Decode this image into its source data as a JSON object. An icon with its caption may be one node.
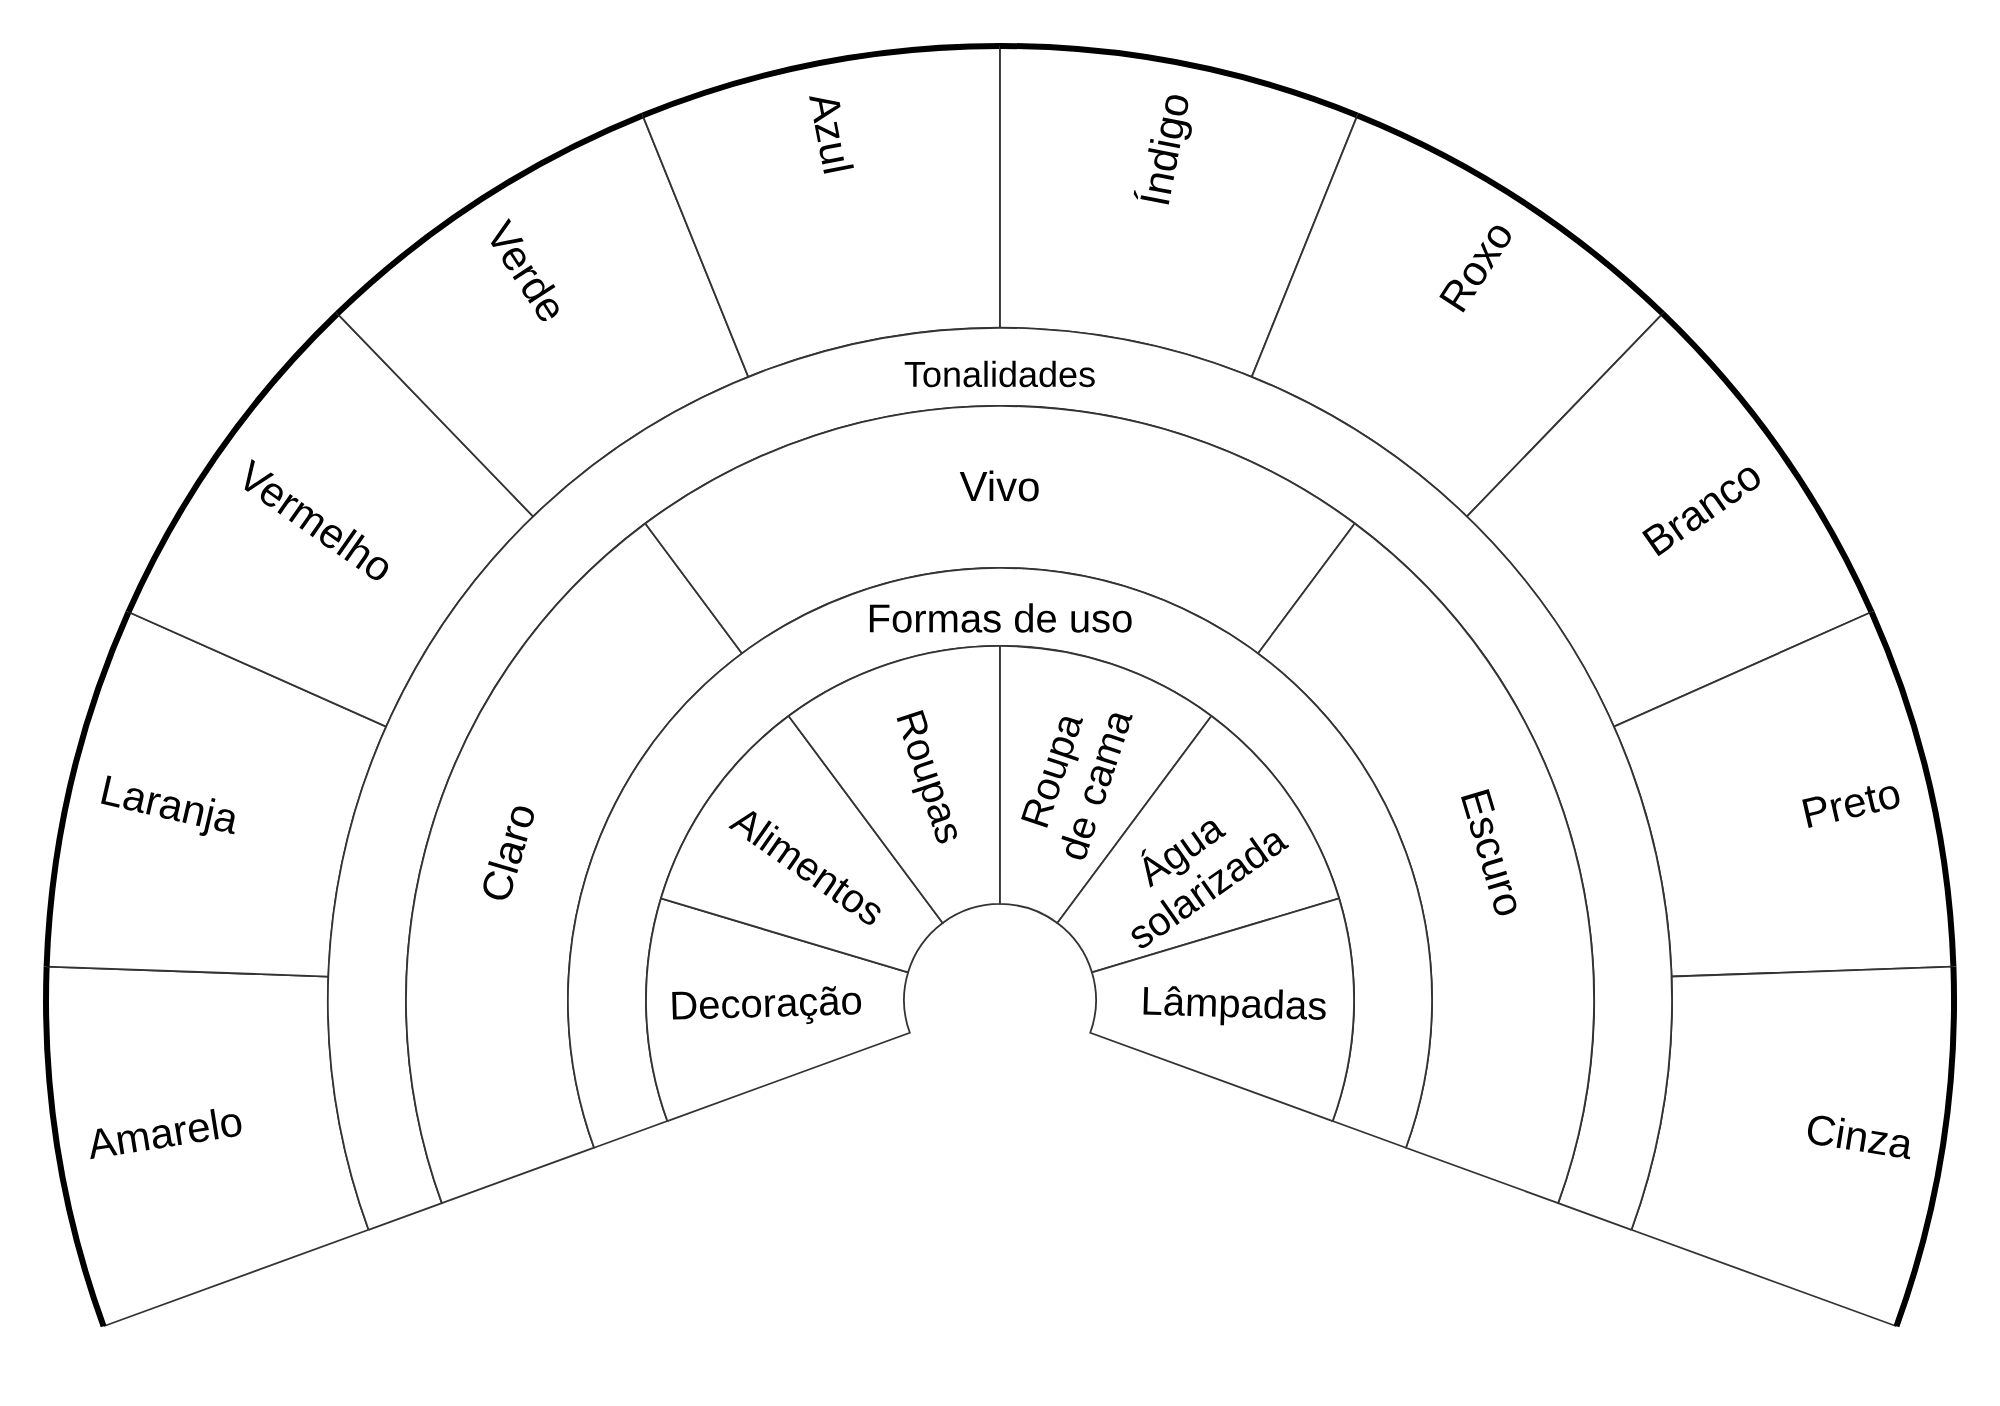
{
  "diagram": {
    "nodes": [
      {
        "text": [
          "Amarelo"
        ]
      },
      {
        "text": [
          "Laranja"
        ]
      },
      {
        "text": [
          "Vermelho"
        ]
      },
      {
        "text": [
          "Verde"
        ]
      },
      {
        "text": [
          "Azul"
        ]
      },
      {
        "text": [
          "Índigo"
        ]
      },
      {
        "text": [
          "Roxo"
        ]
      },
      {
        "text": [
          "Branco"
        ]
      },
      {
        "text": [
          "Preto"
        ]
      },
      {
        "text": [
          "Cinza"
        ]
      },
      {
        "text": [
          "Tonalidades"
        ]
      },
      {
        "text": [
          "Claro"
        ]
      },
      {
        "text": [
          "Vivo"
        ]
      },
      {
        "text": [
          "Escuro"
        ]
      },
      {
        "text": [
          "Formas de uso"
        ]
      },
      {
        "text": [
          "Decoração"
        ]
      },
      {
        "text": [
          "Alimentos"
        ]
      },
      {
        "text": [
          "Roupas"
        ]
      },
      {
        "text": [
          "Roupa de cama"
        ]
      },
      {
        "text": [
          "Água solarizada"
        ]
      },
      {
        "text": [
          "Lâmpadas"
        ]
      }
    ]
  }
}
